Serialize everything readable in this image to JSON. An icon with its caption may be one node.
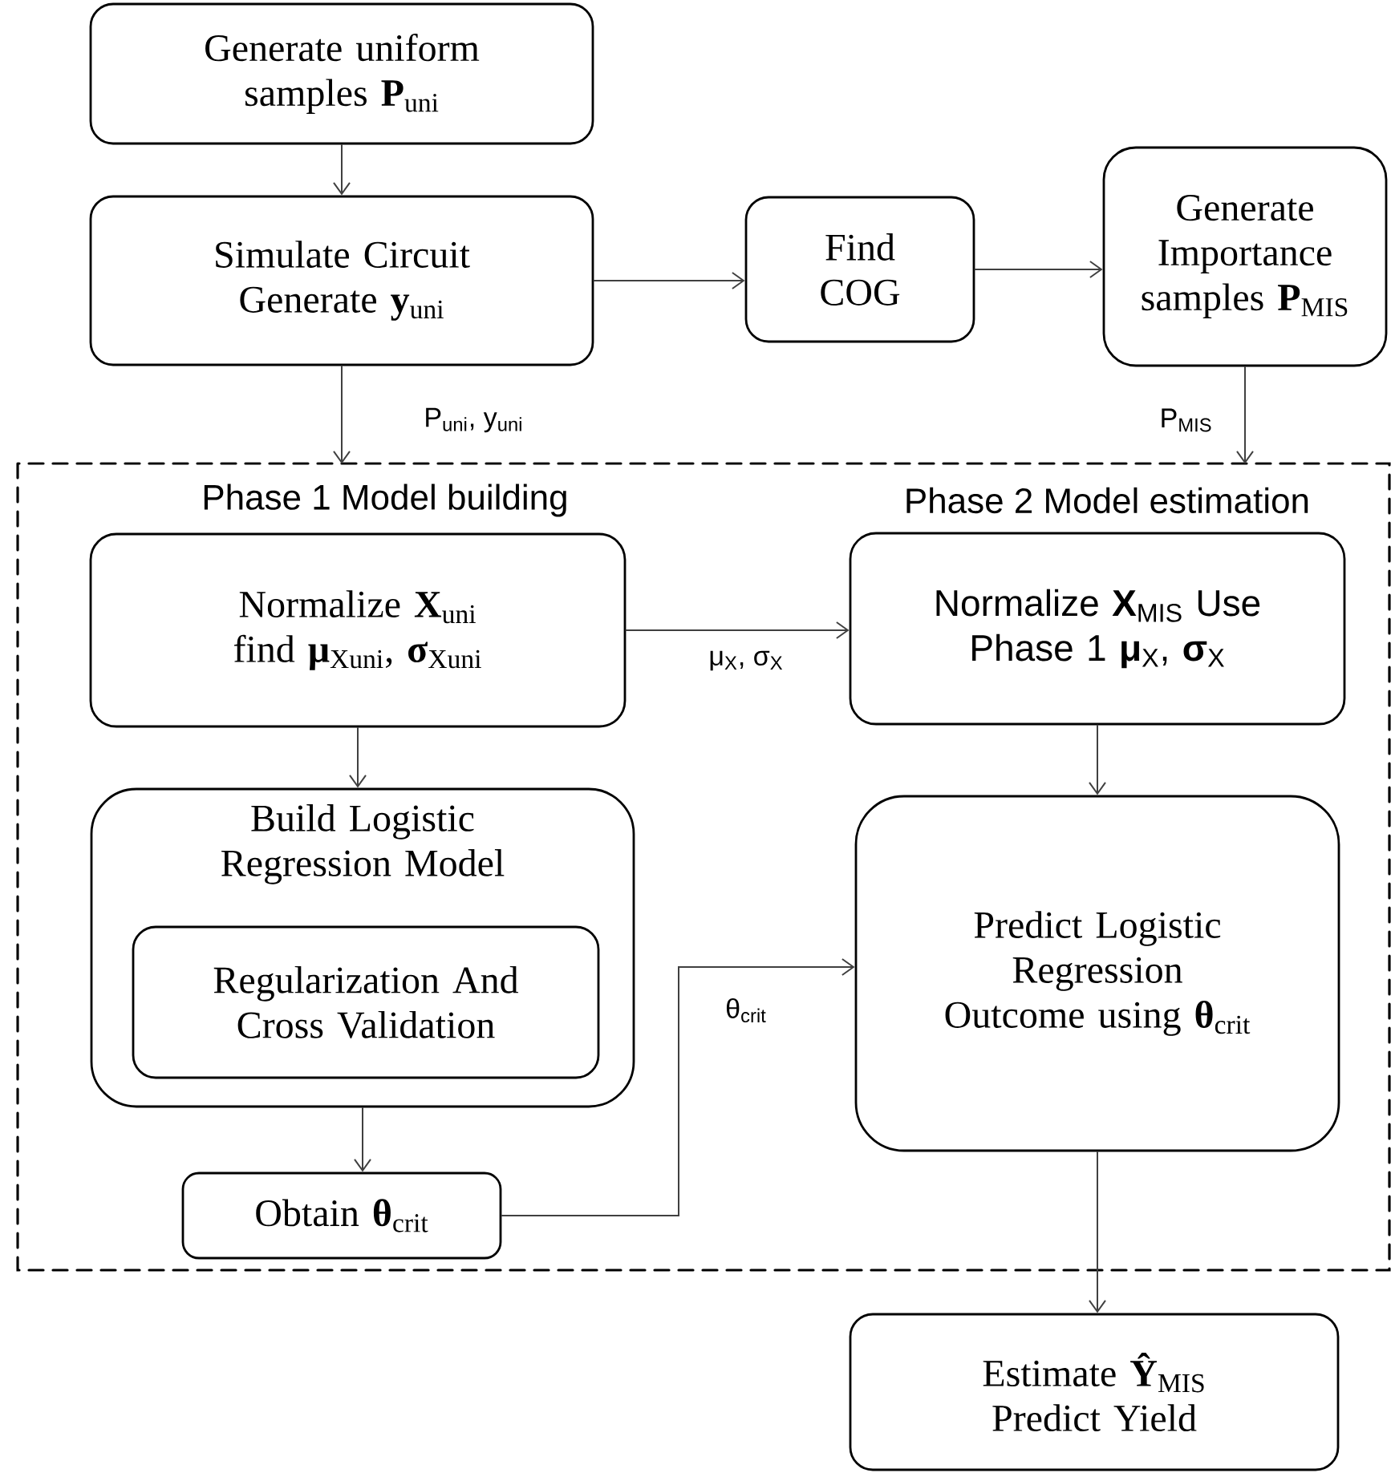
{
  "diagram": {
    "nodes": [
      {
        "text": [
          "Generate uniform samples **P**$_{uni}$"
        ]
      },
      {
        "text": [
          "Simulate Circuit Generate **y**$_{uni}$"
        ]
      },
      {
        "text": [
          "Find COG"
        ]
      },
      {
        "text": [
          "Generate Importance samples **P**$_{MIS}$"
        ]
      },
      {
        "text": [
          "Phase 1 Model building",
          "Phase 2 Model estimation"
        ]
      },
      {
        "text": [
          "Normalize **X**$_{uni}$ find **μ**$_{Xuni}$, **σ**$_{Xuni}$"
        ],
        "in": 4
      },
      {
        "text": [
          "Normalize **X**$_{MIS}$ Use Phase 1 **μ**$_{X}$, **σ**$_{X}$"
        ],
        "in": 4
      },
      {
        "text": [
          "Build Logistic Regression Model"
        ],
        "in": 4
      },
      {
        "text": [
          "Regularization And Cross Validation"
        ],
        "in": 7
      },
      {
        "text": [
          "Obtain **θ**$_{crit}$"
        ],
        "in": 4
      },
      {
        "text": [
          "Predict Logistic Regression Outcome using **θ**$_{crit}$"
        ],
        "in": 4
      },
      {
        "text": [
          "Estimate **Ŷ**$_{MIS}$ Predict Yield"
        ]
      }
    ],
    "edges": [
      {
        "from": 0,
        "to": 1,
        "arrow": "to"
      },
      {
        "from": 1,
        "to": 2,
        "arrow": "to"
      },
      {
        "from": 2,
        "to": 3,
        "arrow": "to"
      },
      {
        "from": 1,
        "to": 4,
        "arrow": "to",
        "label": "P$_{uni}$, y$_{uni}$"
      },
      {
        "from": 3,
        "to": 4,
        "arrow": "to",
        "label": "P$_{MIS}$"
      },
      {
        "from": 5,
        "to": 6,
        "arrow": "to",
        "label": "μ$_{X}$, σ$_{X}$"
      },
      {
        "from": 5,
        "to": 7,
        "arrow": "to"
      },
      {
        "from": 7,
        "to": 9,
        "arrow": "to"
      },
      {
        "from": 9,
        "to": 10,
        "arrow": "to",
        "label": "θ$_{crit}$"
      },
      {
        "from": 6,
        "to": 10,
        "arrow": "to"
      },
      {
        "from": 10,
        "to": 11,
        "arrow": "to"
      }
    ]
  }
}
